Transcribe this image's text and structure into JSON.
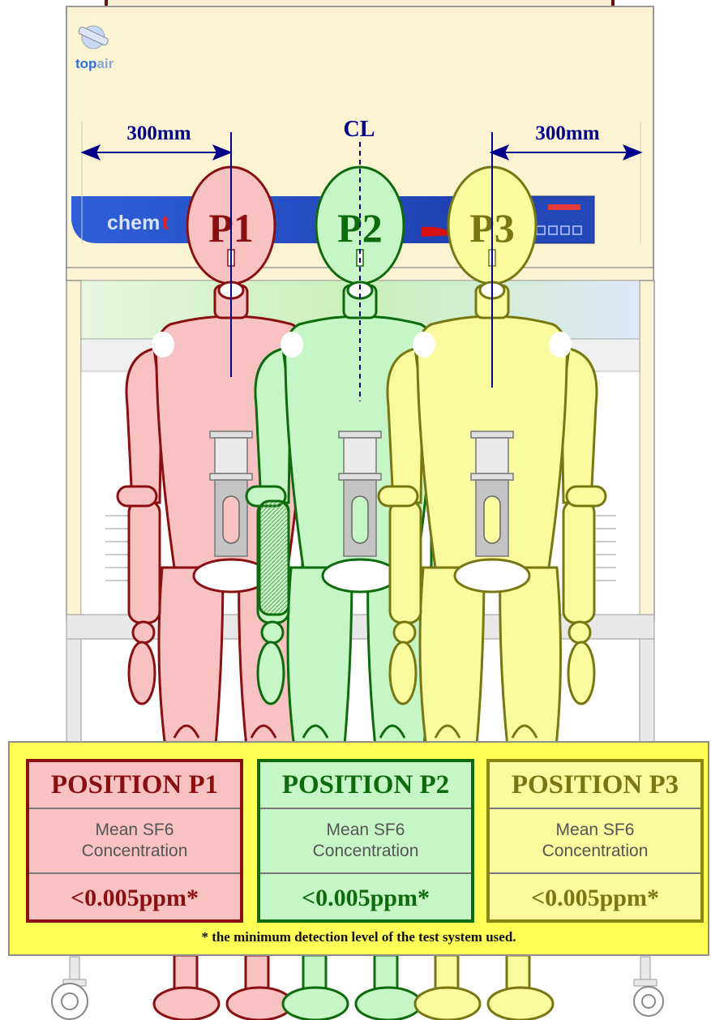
{
  "brand": {
    "logo_top": "top",
    "logo_air": "air",
    "cabinet_name_part": "chem"
  },
  "dimensions": {
    "left_label": "300mm",
    "right_label": "300mm",
    "centerline_label": "CL"
  },
  "positions": [
    {
      "figure_label": "P1",
      "heading": "POSITION P1",
      "metric_line1": "Mean  SF6",
      "metric_line2": "Concentration",
      "value": "<0.005ppm*",
      "color": "#8a0f10"
    },
    {
      "figure_label": "P2",
      "heading": "POSITION P2",
      "metric_line1": "Mean  SF6",
      "metric_line2": "Concentration",
      "value": "<0.005ppm*",
      "color": "#0d6b0d"
    },
    {
      "figure_label": "P3",
      "heading": "POSITION P3",
      "metric_line1": "Mean  SF6",
      "metric_line2": "Concentration",
      "value": "<0.005ppm*",
      "color": "#787812"
    }
  ],
  "footnote": "* the minimum detection level of the test system used.",
  "colors": {
    "cabinet": "#fbf3d2",
    "panel_background": "#ffff55",
    "dimension_lines": "#00008b",
    "p1_fill": "#f9c2c2",
    "p2_fill": "#c6f6c6",
    "p3_fill": "#fafa9e"
  }
}
